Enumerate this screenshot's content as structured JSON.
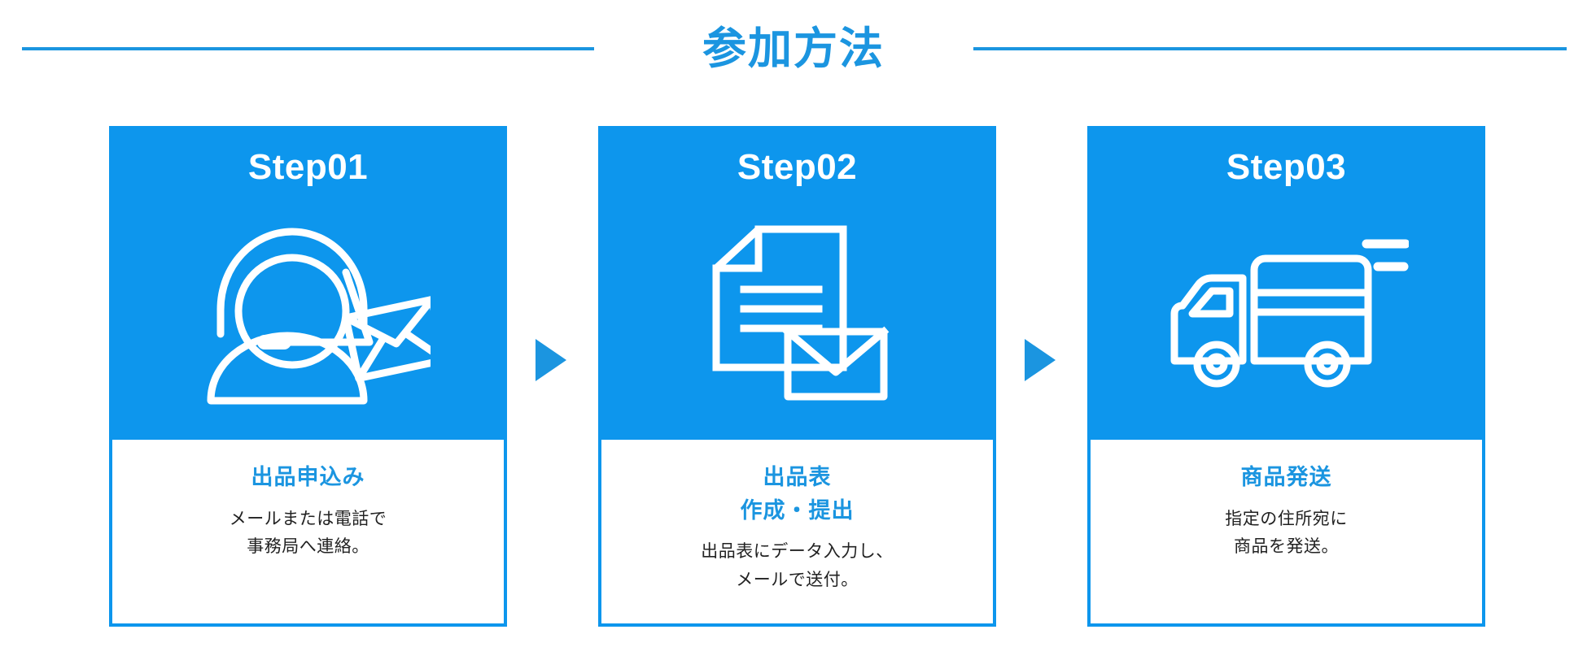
{
  "header": {
    "title": "参加方法",
    "rule_color": "#1b95e0"
  },
  "theme": {
    "brand_blue": "#0d96ed",
    "accent_blue": "#1b95e0",
    "body_text": "#222222",
    "card_bg": "#ffffff"
  },
  "arrows": {
    "arrow_1_label": "▶",
    "arrow_2_label": "▶"
  },
  "steps": [
    {
      "step_label": "Step01",
      "icon": "headset-operator-envelope-icon",
      "heading_line1": "出品申込み",
      "heading_line2": "",
      "text_line1": "メールまたは電話で",
      "text_line2": "事務局へ連絡。"
    },
    {
      "step_label": "Step02",
      "icon": "document-envelope-icon",
      "heading_line1": "出品表",
      "heading_line2": "作成・提出",
      "text_line1": "出品表にデータ入力し、",
      "text_line2": "メールで送付。"
    },
    {
      "step_label": "Step03",
      "icon": "delivery-truck-icon",
      "heading_line1": "商品発送",
      "heading_line2": "",
      "text_line1": "指定の住所宛に",
      "text_line2": "商品を発送。"
    }
  ]
}
